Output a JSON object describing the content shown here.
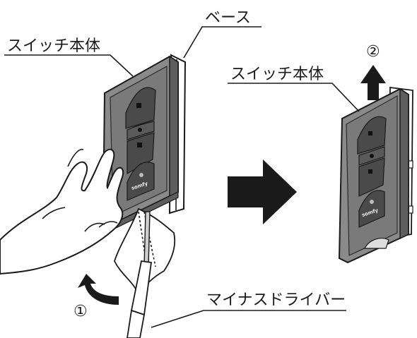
{
  "labels": {
    "base": "ベース",
    "switch_body_left": "スイッチ本体",
    "switch_body_right": "スイッチ本体",
    "screwdriver": "マイナスドライバー",
    "step1": "①",
    "step2": "②",
    "brand": "somfy"
  },
  "colors": {
    "panel": "#7a7a7a",
    "panel_dark": "#5e5e5e",
    "panel_light": "#9a9a9a",
    "arrow": "#1a1a1a",
    "line": "#1a1a1a"
  }
}
